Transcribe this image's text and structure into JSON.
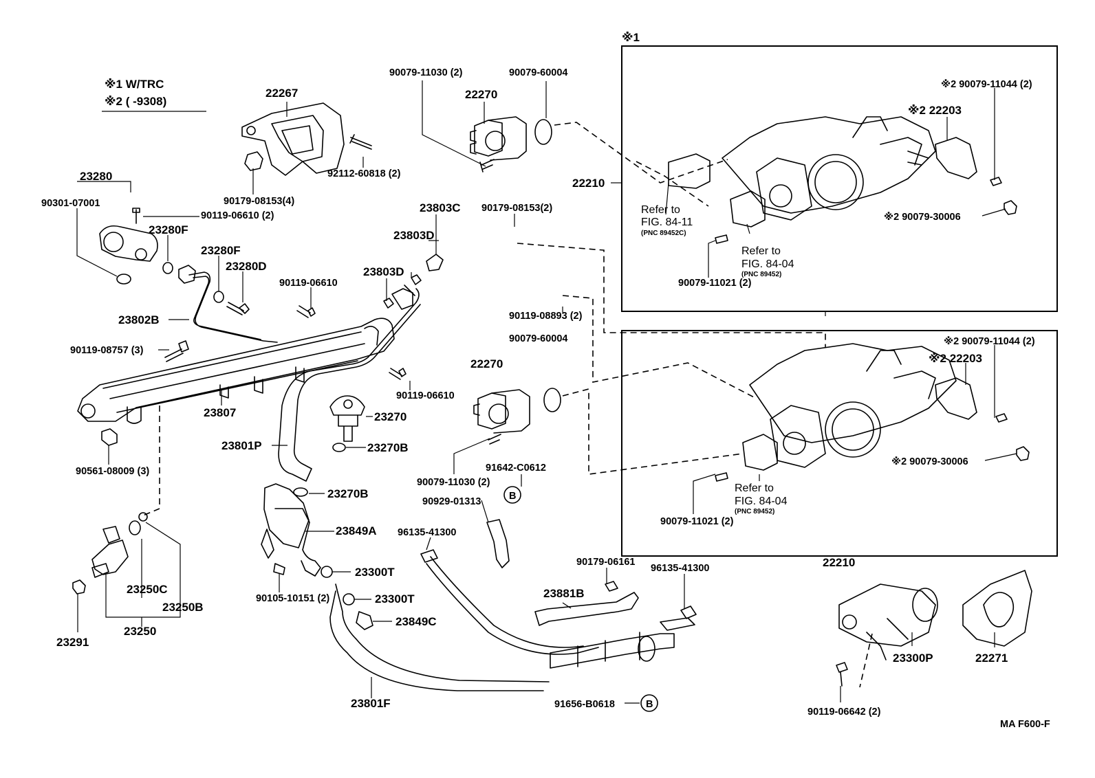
{
  "legend": {
    "note1": "※1 W/TRC",
    "note2": "※2 (      -9308)"
  },
  "group_marker": "※1",
  "footer_code": "MA F600-F",
  "refs": {
    "ref1_line1": "Refer to",
    "ref1_line2": "FIG. 84-11",
    "ref1_line3": "(PNC 89452C)",
    "ref2_line1": "Refer to",
    "ref2_line2": "FIG. 84-04",
    "ref2_line3": "(PNC 89452)",
    "ref3_line1": "Refer to",
    "ref3_line2": "FIG. 84-04",
    "ref3_line3": "(PNC 89452)"
  },
  "labels": {
    "p22267": "22267",
    "p90179_08153_4": "90179-08153(4)",
    "p92112_60818": "92112-60818 (2)",
    "p90079_11030_top": "90079-11030 (2)",
    "p22270_top": "22270",
    "p90079_60004_top": "90079-60004",
    "p23280": "23280",
    "p90301_07001": "90301-07001",
    "p90119_06610_2": "90119-06610 (2)",
    "p23280F_a": "23280F",
    "p23280F_b": "23280F",
    "p23280D": "23280D",
    "p23802B": "23802B",
    "p90119_06610_a": "90119-06610",
    "p23803C": "23803C",
    "p23803D_a": "23803D",
    "p23803D_b": "23803D",
    "p90179_08153_2": "90179-08153(2)",
    "p90119_08893": "90119-08893 (2)",
    "p90079_60004_mid": "90079-60004",
    "p22270_mid": "22270",
    "p90119_08757": "90119-08757 (3)",
    "p23807": "23807",
    "p90119_06610_b": "90119-06610",
    "p23270": "23270",
    "p23801P": "23801P",
    "p23270B_a": "23270B",
    "p90561_08009": "90561-08009 (3)",
    "p90079_11030_mid": "90079-11030 (2)",
    "p91642_C0612": "91642-C0612",
    "p23270B_b": "23270B",
    "p90929_01313": "90929-01313",
    "p23849A": "23849A",
    "p96135_41300_a": "96135-41300",
    "p23300T_a": "23300T",
    "p23300T_b": "23300T",
    "p90105_10151": "90105-10151 (2)",
    "p23250C": "23250C",
    "p23250B": "23250B",
    "p23250": "23250",
    "p23291": "23291",
    "p23849C": "23849C",
    "p90179_06161": "90179-06161",
    "p23881B": "23881B",
    "p96135_41300_b": "96135-41300",
    "p23801F": "23801F",
    "p91656_B0618": "91656-B0618",
    "p22210_top": "22210",
    "p22210_bottom": "22210",
    "p90079_11044_top": "※2 90079-11044 (2)",
    "p22203_top": "※2  22203",
    "p90079_30006_top": "※2 90079-30006",
    "p90079_11021_top": "90079-11021 (2)",
    "p90079_11044_bot": "※2 90079-11044 (2)",
    "p22203_bot": "※2  22203",
    "p90079_30006_bot": "※2 90079-30006",
    "p90079_11021_bot": "90079-11021 (2)",
    "p23300P": "23300P",
    "p22271": "22271",
    "p90119_06642": "90119-06642 (2)",
    "circle_b": "B"
  }
}
